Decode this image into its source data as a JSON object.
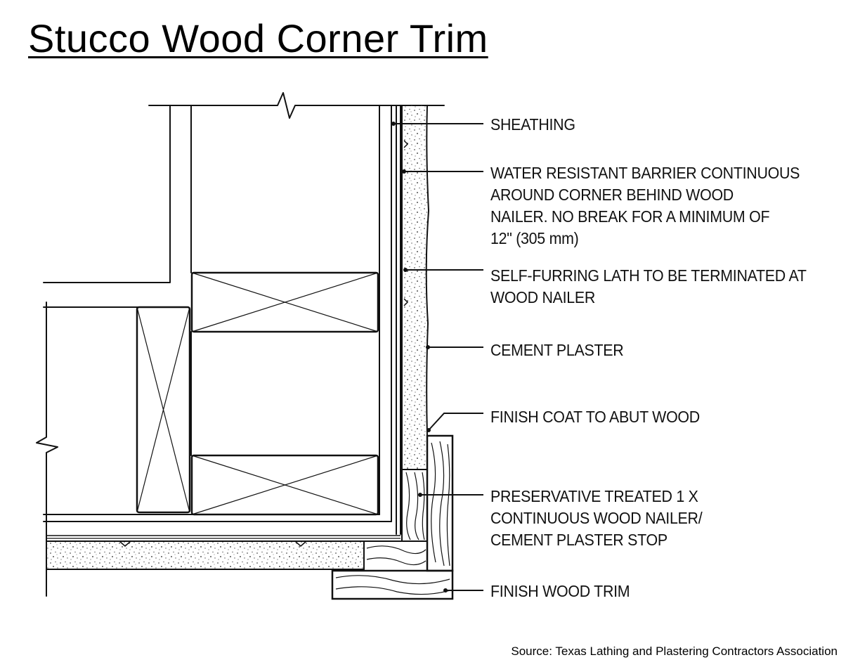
{
  "title": "Stucco Wood Corner Trim",
  "labels": {
    "sheathing": "SHEATHING",
    "water_resistant_barrier": "WATER RESISTANT BARRIER CONTINUOUS\nAROUND CORNER BEHIND WOOD\nNAILER. NO BREAK FOR A MINIMUM OF\n12\" (305 mm)",
    "self_furring_lath": "SELF-FURRING LATH TO BE TERMINATED AT\nWOOD NAILER",
    "cement_plaster": "CEMENT PLASTER",
    "finish_coat": "FINISH COAT TO ABUT WOOD",
    "wood_nailer": "PRESERVATIVE TREATED 1 X\nCONTINUOUS WOOD NAILER/\nCEMENT PLASTER STOP",
    "finish_wood_trim": "FINISH WOOD TRIM"
  },
  "source": "Source: Texas Lathing and Plastering Contractors Association",
  "colors": {
    "line": "#111111",
    "stipple": "#555555",
    "background": "#ffffff"
  }
}
